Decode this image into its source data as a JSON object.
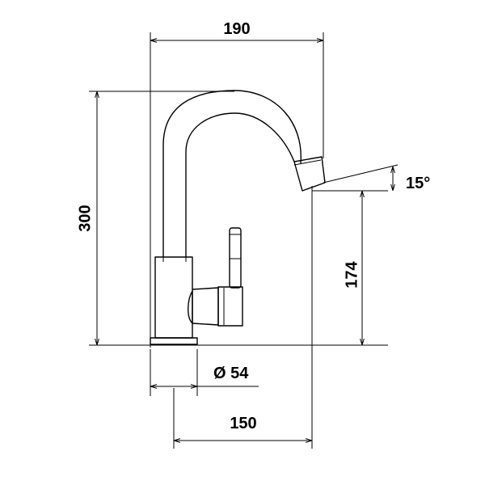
{
  "dimensions": {
    "overall_width": "190",
    "overall_height": "300",
    "spout_height": "174",
    "spout_angle": "15°",
    "base_diameter": "Ø 54",
    "spout_reach": "150"
  }
}
